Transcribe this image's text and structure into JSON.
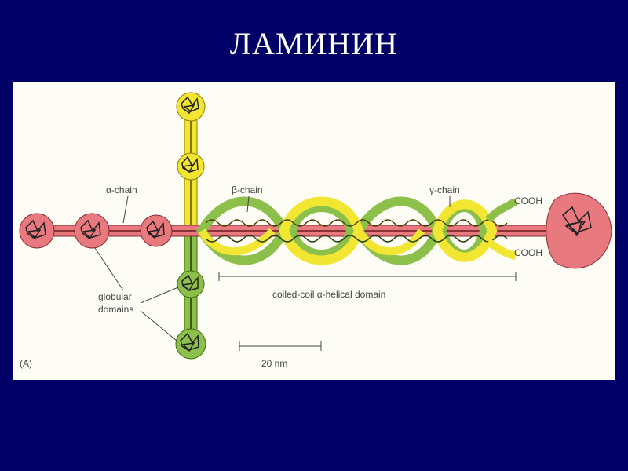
{
  "slide": {
    "title": "ЛАМИНИН"
  },
  "figure": {
    "panel_label": "(A)",
    "labels": {
      "alpha_chain": "α-chain",
      "beta_chain": "β-chain",
      "gamma_chain": "γ-chain",
      "cooh_top": "COOH",
      "cooh_bottom": "COOH",
      "globular_line1": "globular",
      "globular_line2": "domains",
      "coiled_coil": "coiled-coil α-helical domain",
      "scale_bar": "20 nm"
    },
    "colors": {
      "background": "#000066",
      "panel": "#fdfdf6",
      "alpha": "#e8797f",
      "beta": "#f2e632",
      "gamma": "#8cc04a",
      "ink": "#222222"
    }
  }
}
